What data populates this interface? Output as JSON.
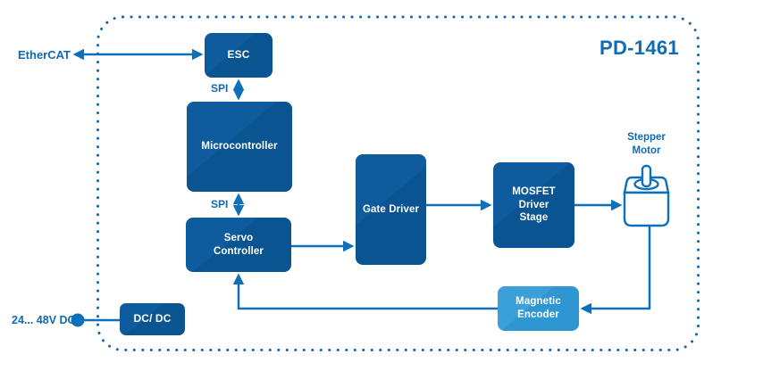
{
  "title": "PD-1461",
  "labels": {
    "ethercat": "EtherCAT",
    "spi_top": "SPI",
    "spi_bottom": "SPI",
    "power_input": "24... 48V DC"
  },
  "blocks": {
    "esc": {
      "label": "ESC"
    },
    "microcontroller": {
      "label": "Microcontroller"
    },
    "servo_controller": {
      "lines": [
        "Servo",
        "Controller"
      ]
    },
    "gate_driver": {
      "label": "Gate Driver"
    },
    "mosfet_driver_stage": {
      "lines": [
        "MOSFET",
        "Driver",
        "Stage"
      ]
    },
    "magnetic_encoder": {
      "lines": [
        "Magnetic",
        "Encoder"
      ]
    },
    "dc_dc": {
      "label": "DC/ DC"
    }
  },
  "motor": {
    "label_lines": [
      "Stepper",
      "Motor"
    ]
  },
  "connections": [
    "EtherCAT <-> ESC",
    "ESC <-> Microcontroller via SPI",
    "Microcontroller <-> Servo Controller via SPI",
    "Servo Controller -> Gate Driver",
    "Gate Driver -> MOSFET Driver Stage",
    "MOSFET Driver Stage -> Stepper Motor",
    "Stepper Motor -> Magnetic Encoder",
    "Magnetic Encoder -> Servo Controller",
    "24... 48V DC -> DC/ DC"
  ],
  "colors": {
    "block_dark": "#0a5491",
    "block_dark_light": "#0e5c9e",
    "block_accent": "#2e96d2",
    "block_accent_light": "#3ba0d9",
    "wire": "#0f6fb8",
    "label_text": "#0f6ab3",
    "title_text": "#0e6cb5",
    "border_dots": "#1566ac"
  }
}
